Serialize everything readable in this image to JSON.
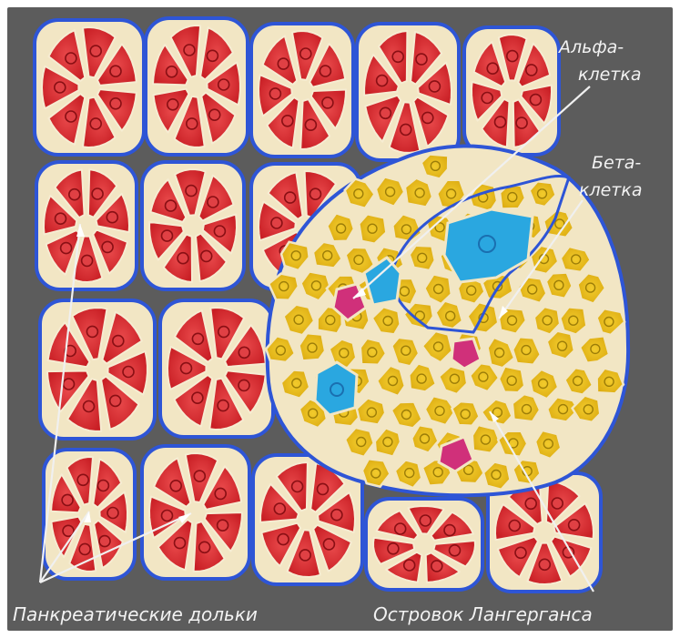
{
  "labels": {
    "alpha_line1": "Альфа-",
    "alpha_line2": "клетка",
    "beta_line1": "Бета-",
    "beta_line2": "клетка",
    "lobules": "Панкреатические дольки",
    "islet": "Островок Лангерганса"
  },
  "colors": {
    "background": "#5c5c5c",
    "frame": "#ffffff",
    "lobule_fill": "#d92a2e",
    "lobule_outline": "#2e55d6",
    "lobule_duct": "#f2e6c4",
    "islet_matrix": "#f2e6c4",
    "beta_cell": "#e8b714",
    "alpha_cell": "#2aa7e0",
    "delta_cell": "#d0307a",
    "pointer_line": "#f0f0f0"
  },
  "icons": [
    "pancreatic-lobule",
    "islet-of-langerhans",
    "alpha-cell",
    "beta-cell",
    "delta-cell"
  ]
}
